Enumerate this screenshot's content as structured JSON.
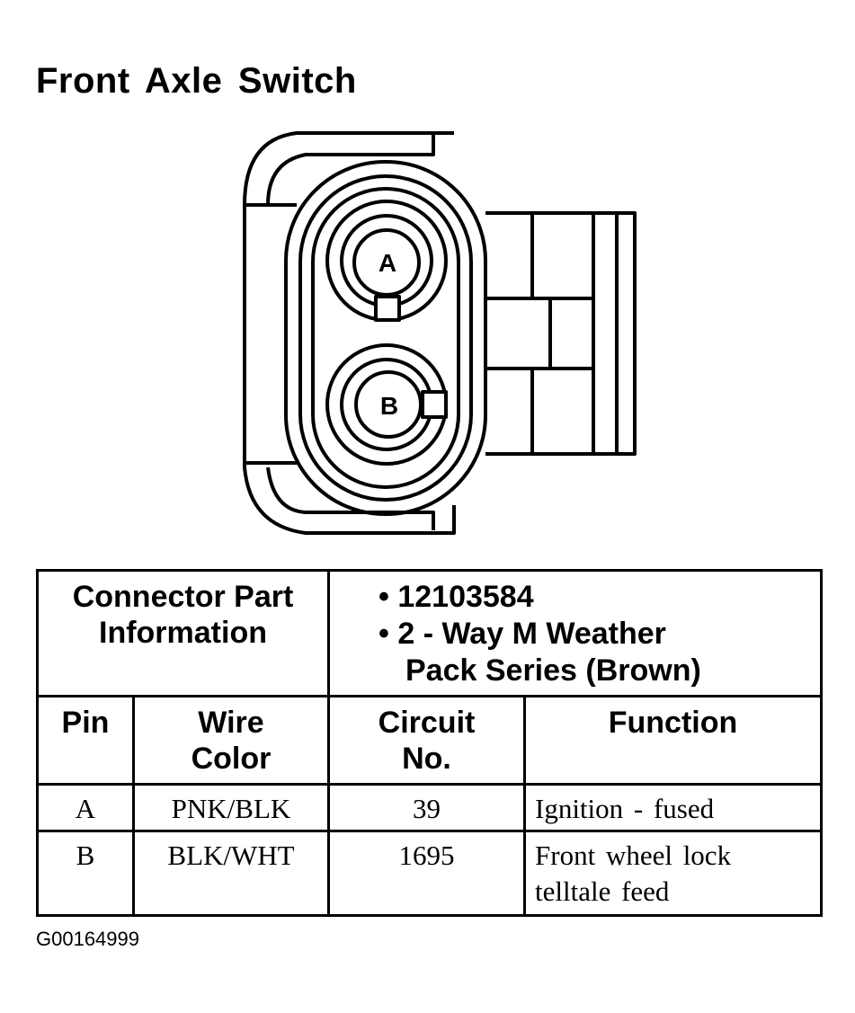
{
  "title": "Front Axle Switch",
  "connector": {
    "pins": [
      {
        "label": "A"
      },
      {
        "label": "B"
      }
    ]
  },
  "part_info": {
    "label_line1": "Connector Part",
    "label_line2": "Information",
    "part_number": "• 12103584",
    "description_line1": "• 2 - Way M Weather",
    "description_line2": "Pack Series (Brown)"
  },
  "table": {
    "headers": {
      "pin": "Pin",
      "wire_line1": "Wire",
      "wire_line2": "Color",
      "circuit_line1": "Circuit",
      "circuit_line2": "No.",
      "function": "Function"
    },
    "rows": [
      {
        "pin": "A",
        "wire": "PNK/BLK",
        "circuit": "39",
        "function_line1": "Ignition - fused",
        "function_line2": ""
      },
      {
        "pin": "B",
        "wire": "BLK/WHT",
        "circuit": "1695",
        "function_line1": "Front wheel lock",
        "function_line2": "telltale feed"
      }
    ]
  },
  "figure_id": "G00164999",
  "colors": {
    "ink": "#000000",
    "paper": "#ffffff"
  }
}
